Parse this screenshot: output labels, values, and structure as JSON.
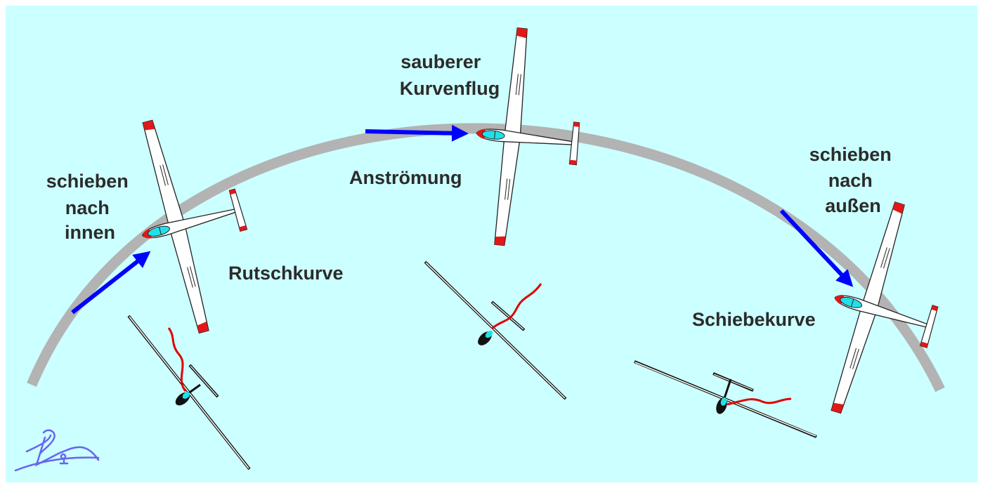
{
  "labels": {
    "left": [
      "schieben",
      "nach",
      "innen"
    ],
    "left_curve": "Rutschkurve",
    "top": [
      "sauberer",
      "Kurvenflug"
    ],
    "airflow": "Anströmung",
    "right": [
      "schieben",
      "nach",
      "außen"
    ],
    "right_curve": "Schiebekurve"
  },
  "colors": {
    "background": "#ccffff",
    "arc": "#b3b3b3",
    "arrow": "#0000ff",
    "yarn": "#e00000",
    "canopy": "#22e0e8",
    "logo": "#6666ee"
  },
  "icons": [
    "glider-top-view",
    "glider-banked-view",
    "airflow-arrow",
    "signature-logo"
  ]
}
